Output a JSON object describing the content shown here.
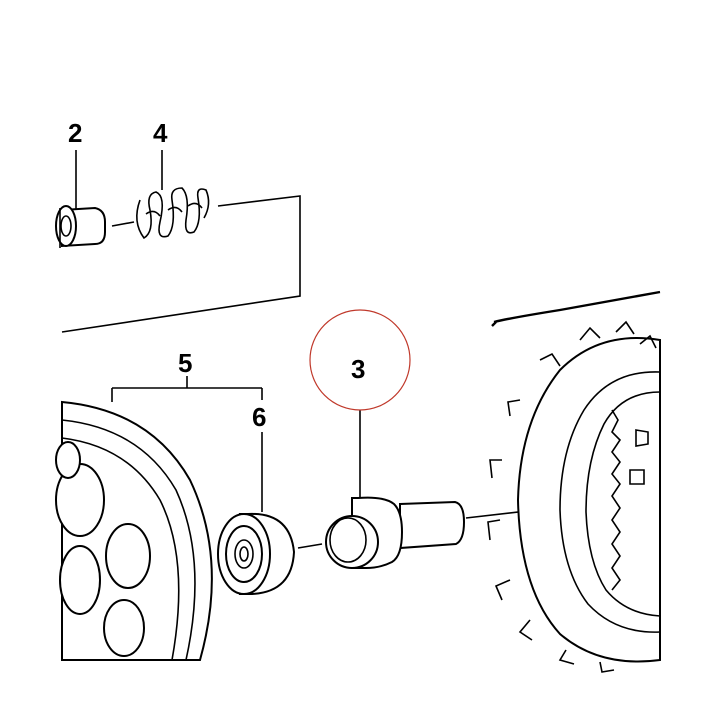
{
  "callouts": {
    "c2": "2",
    "c3": "3",
    "c4": "4",
    "c5": "5",
    "c6": "6"
  },
  "highlight": {
    "target": "3",
    "color": "#c0392b"
  }
}
